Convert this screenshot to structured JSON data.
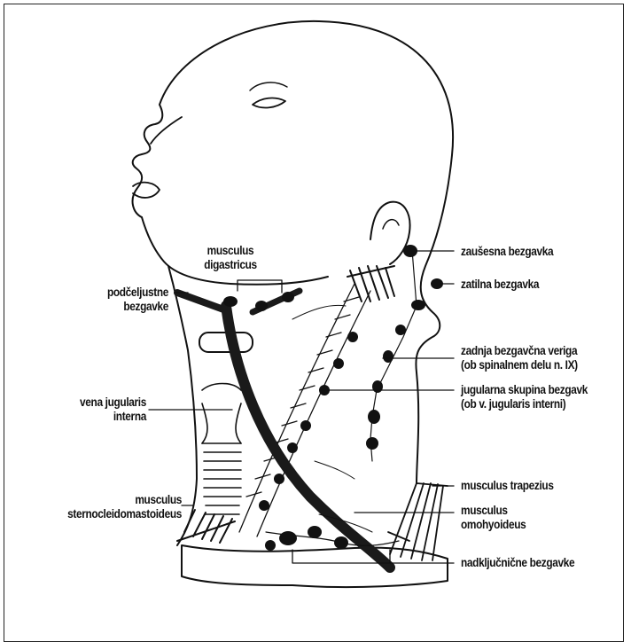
{
  "labels": {
    "musculus_digastricus": {
      "line1": "musculus",
      "line2": "digastricus"
    },
    "podceljustne_bezgavke": {
      "line1": "podčeljustne",
      "line2": "bezgavke"
    },
    "vena_jugularis_interna": {
      "line1": "vena jugularis",
      "line2": "interna"
    },
    "musculus_sternocleidomastoideus": {
      "line1": "musculus",
      "line2": "sternocleidomastoideus"
    },
    "zausesna_bezgavka": "zaušesna bezgavka",
    "zatilna_bezgavka": "zatilna bezgavka",
    "zadnja_bezgavcna_veriga": {
      "line1": "zadnja bezgavčna veriga",
      "line2": "(ob spinalnem delu n. IX)"
    },
    "jugularna_skupina_bezgavk": {
      "line1": "jugularna skupina bezgavk",
      "line2": "(ob v. jugularis interni)"
    },
    "musculus_trapezius": "musculus trapezius",
    "musculus_omohyoideus": {
      "line1": "musculus",
      "line2": "omohyoideus"
    },
    "nadkljucne_bezgavke": "nadključnične bezgavke"
  }
}
